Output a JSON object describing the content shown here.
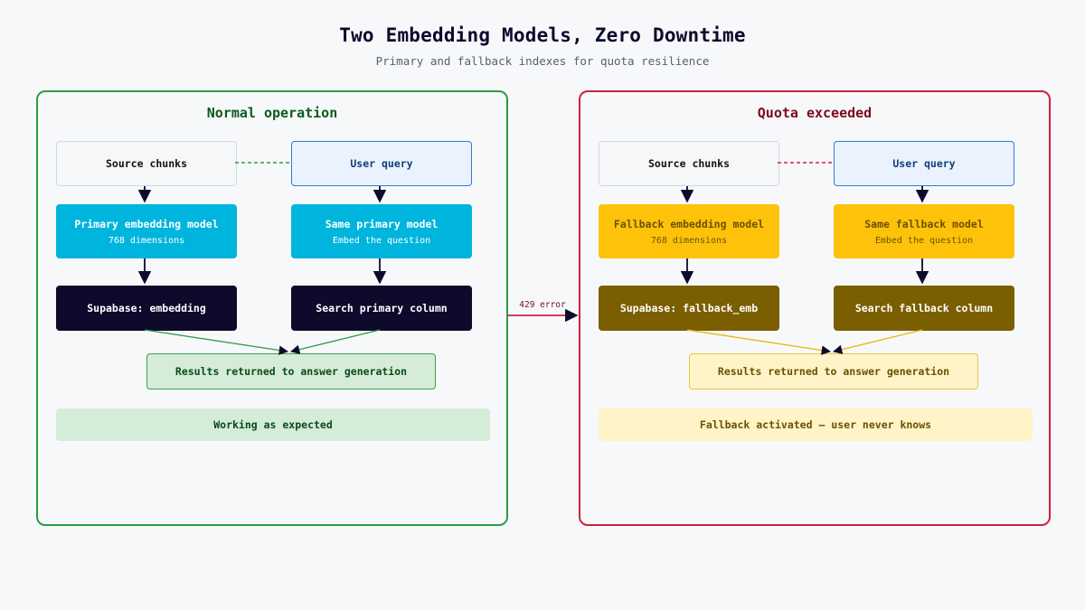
{
  "header": {
    "title": "Two Embedding Models, Zero Downtime",
    "subtitle": "Primary and fallback indexes for quota resilience"
  },
  "normal": {
    "title": "Normal operation",
    "source": "Source chunks",
    "query": "User query",
    "embed_left": {
      "main": "Primary embedding model",
      "sub": "768 dimensions"
    },
    "embed_right": {
      "main": "Same primary model",
      "sub": "Embed the question"
    },
    "store_left": "Supabase: embedding",
    "store_right": "Search primary column",
    "results": "Results returned to answer generation",
    "status": "Working as expected"
  },
  "quota": {
    "title": "Quota exceeded",
    "source": "Source chunks",
    "query": "User query",
    "embed_left": {
      "main": "Fallback embedding model",
      "sub": "768 dimensions"
    },
    "embed_right": {
      "main": "Same fallback model",
      "sub": "Embed the question"
    },
    "store_left": "Supabase: fallback_emb",
    "store_right": "Search fallback column",
    "results": "Results returned to answer generation",
    "status": "Fallback activated — user never knows"
  },
  "transition": {
    "label": "429 error"
  },
  "colors": {
    "normal_border": "#2e9b44",
    "quota_border": "#c9233f",
    "primary_model": "#00b5dd",
    "fallback_model": "#ffc20a",
    "primary_store": "#0d0a2b",
    "fallback_store": "#7a5e00",
    "arrow": "#0d0a2b"
  }
}
